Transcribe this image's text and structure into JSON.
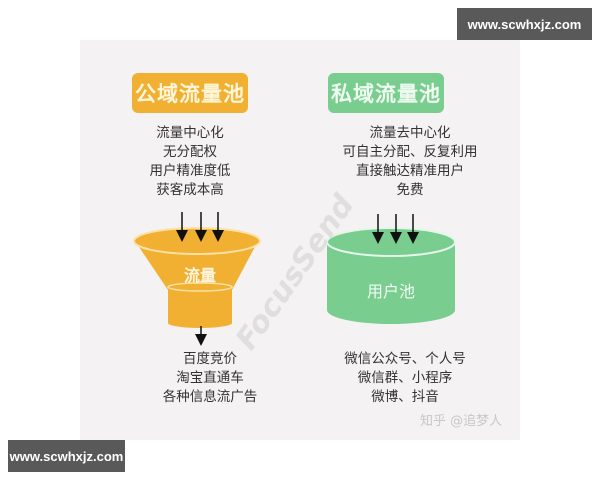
{
  "watermarks": {
    "top_right": "www.scwhxjz.com",
    "bottom_left": "www.scwhxjz.com",
    "diagonal": "FocusSend",
    "credit": "知乎 @追梦人"
  },
  "public_pool": {
    "title": "公域流量池",
    "color": "#f2b033",
    "features": [
      "流量中心化",
      "无分配权",
      "用户精准度低",
      "获客成本高"
    ],
    "shape_label": "流量",
    "shape": "funnel",
    "examples": [
      "百度竞价",
      "淘宝直通车",
      "各种信息流广告"
    ]
  },
  "private_pool": {
    "title": "私域流量池",
    "color": "#78cd8f",
    "features": [
      "流量去中心化",
      "可自主分配、反复利用",
      "直接触达精准用户",
      "免费"
    ],
    "shape_label": "用户池",
    "shape": "cylinder",
    "examples": [
      "微信公众号、个人号",
      "微信群、小程序",
      "微博、抖音"
    ]
  }
}
